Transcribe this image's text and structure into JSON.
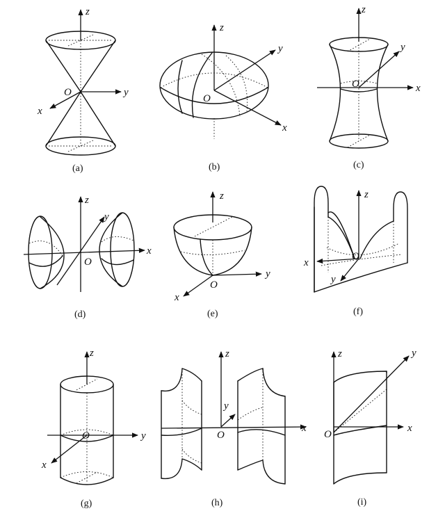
{
  "panels": [
    {
      "caption": "(a)",
      "labels": {
        "z": "z",
        "y": "y",
        "x": "x",
        "origin": "O"
      }
    },
    {
      "caption": "(b)",
      "labels": {
        "z": "z",
        "y": "y",
        "x": "x",
        "origin": "O"
      }
    },
    {
      "caption": "(c)",
      "labels": {
        "z": "z",
        "y": "y",
        "x": "x",
        "origin": "O"
      }
    },
    {
      "caption": "(d)",
      "labels": {
        "z": "z",
        "y": "y",
        "x": "x",
        "origin": "O"
      }
    },
    {
      "caption": "(e)",
      "labels": {
        "z": "z",
        "y": "y",
        "x": "x",
        "origin": "O"
      }
    },
    {
      "caption": "(f)",
      "labels": {
        "z": "z",
        "y": "y",
        "x": "x",
        "origin": "O"
      }
    },
    {
      "caption": "(g)",
      "labels": {
        "z": "z",
        "y": "y",
        "x": "x",
        "origin": "O"
      }
    },
    {
      "caption": "(h)",
      "labels": {
        "z": "z",
        "y": "y",
        "x": "x",
        "origin": "O"
      }
    },
    {
      "caption": "(i)",
      "labels": {
        "z": "z",
        "y": "y",
        "x": "x",
        "origin": "O"
      }
    }
  ]
}
